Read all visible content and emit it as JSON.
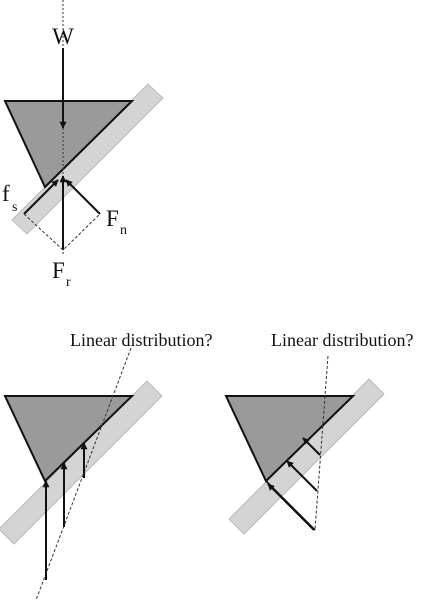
{
  "colors": {
    "wedge_fill": "#9a9a9a",
    "incline_fill": "#d4d4d4",
    "ink": "#111111",
    "background": "#ffffff"
  },
  "labels": {
    "weight": "W",
    "friction_main": "f",
    "friction_sub": "s",
    "normal_main": "F",
    "normal_sub": "n",
    "resultant_main": "F",
    "resultant_sub": "r"
  },
  "captions": {
    "left": "Linear distribution?",
    "right": "Linear distribution?"
  }
}
